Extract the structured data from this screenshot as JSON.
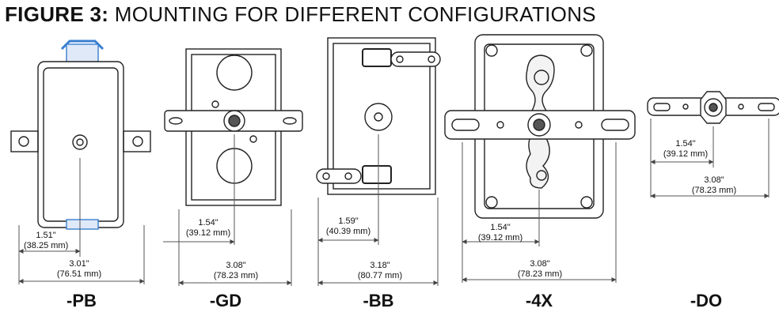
{
  "title": {
    "bold": "FIGURE 3:",
    "rest": " MOUNTING FOR DIFFERENT CONFIGURATIONS"
  },
  "configs": [
    {
      "label": "-PB",
      "half_in": "1.51\"",
      "half_mm": "(38.25 mm)",
      "full_in": "3.01\"",
      "full_mm": "(76.51 mm)"
    },
    {
      "label": "-GD",
      "half_in": "1.54\"",
      "half_mm": "(39.12 mm)",
      "full_in": "3.08\"",
      "full_mm": "(78.23 mm)"
    },
    {
      "label": "-BB",
      "half_in": "1.59\"",
      "half_mm": "(40.39 mm)",
      "full_in": "3.18\"",
      "full_mm": "(80.77 mm)"
    },
    {
      "label": "-4X",
      "half_in": "1.54\"",
      "half_mm": "(39.12 mm)",
      "full_in": "3.08\"",
      "full_mm": "(78.23 mm)"
    },
    {
      "label": "-DO",
      "half_in": "1.54\"",
      "half_mm": "(39.12 mm)",
      "full_in": "3.08\"",
      "full_mm": "(78.23 mm)"
    }
  ],
  "colors": {
    "line": "#222222",
    "dim": "#555555",
    "accent": "#3a7fd0",
    "fill": "#ffffff"
  }
}
